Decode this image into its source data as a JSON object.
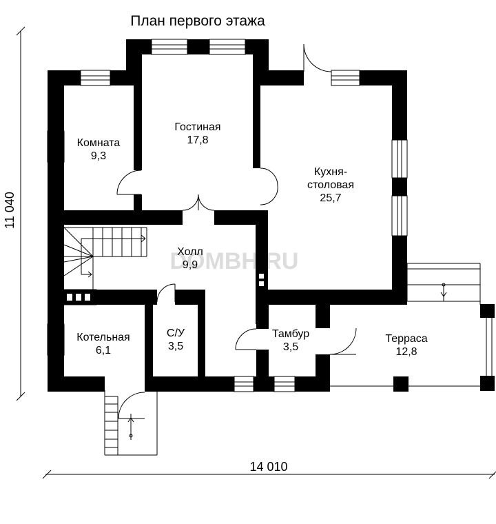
{
  "title": "План первого этажа",
  "watermark": "DOMBH.RU",
  "dimensions": {
    "width": "14 010",
    "height": "11 040"
  },
  "rooms": [
    {
      "name": "Комната",
      "area": "9,3"
    },
    {
      "name": "Гостиная",
      "area": "17,8"
    },
    {
      "name": "Кухня-",
      "name2": "столовая",
      "area": "25,7"
    },
    {
      "name": "Холл",
      "area": "9,9"
    },
    {
      "name": "Котельная",
      "area": "6,1"
    },
    {
      "name": "С/У",
      "area": "3,5"
    },
    {
      "name": "Тамбур",
      "area": "3,5"
    },
    {
      "name": "Терраса",
      "area": "12,8"
    }
  ],
  "colors": {
    "wall": "#000000",
    "line": "#000000",
    "background": "#ffffff"
  }
}
